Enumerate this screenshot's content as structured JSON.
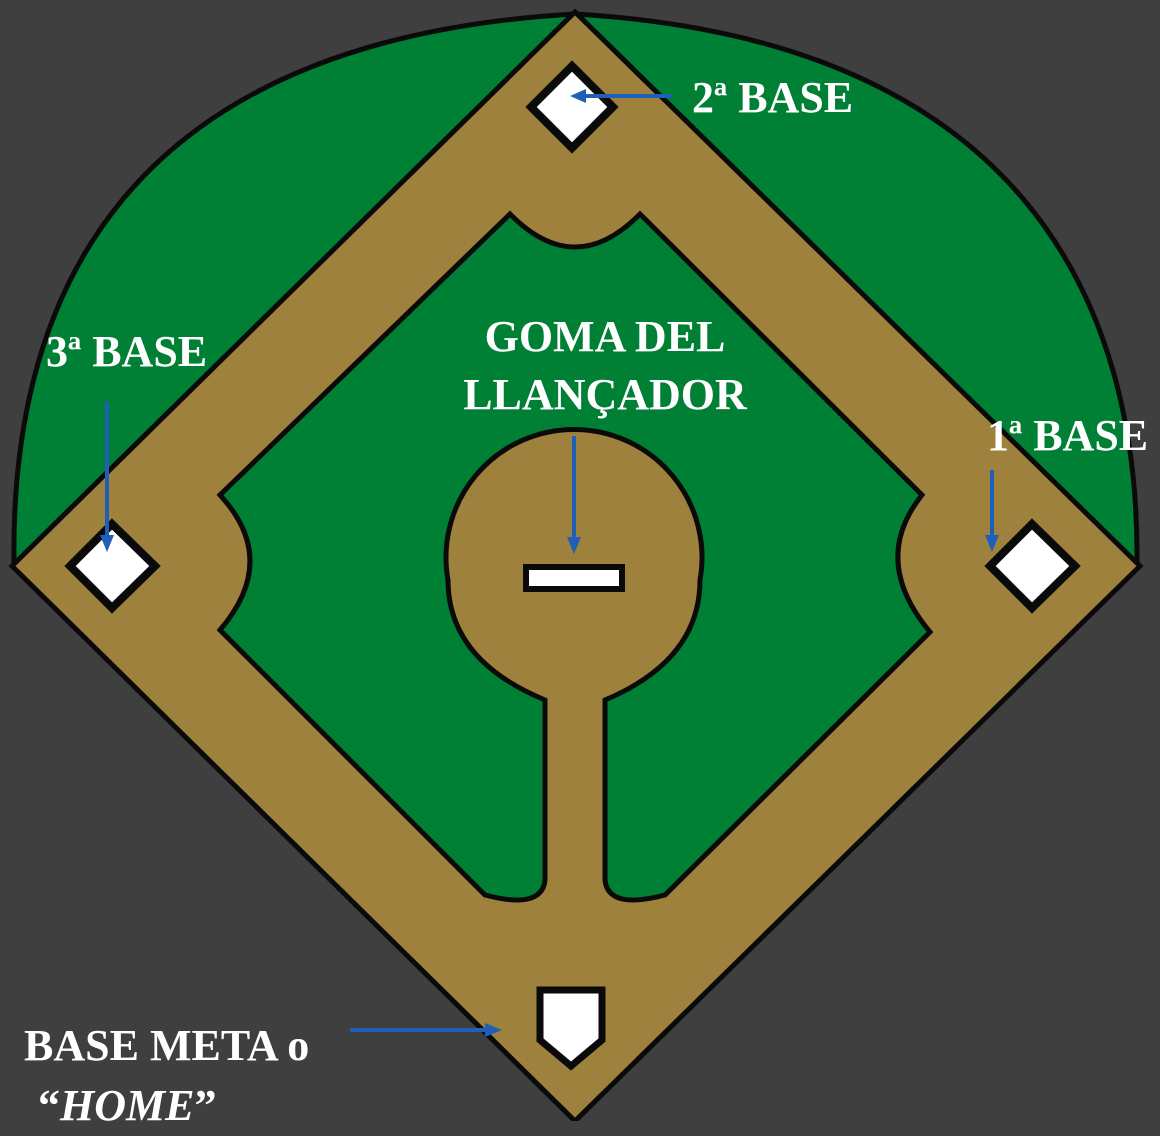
{
  "colors": {
    "background": "#3f3f3f",
    "grass": "#008035",
    "dirt": "#9e813c",
    "outline": "#0a0a0a",
    "base": "#ffffff",
    "arrow": "#1f5fb8",
    "label_text": "#ffffff"
  },
  "labels": {
    "second_base": "2ª BASE",
    "third_base": "3ª BASE",
    "first_base": "1ª BASE",
    "pitcher_mound_line1": "GOMA DEL",
    "pitcher_mound_line2": "LLANÇADOR",
    "home_line1": "BASE META o",
    "home_open_quote": "“",
    "home_word": "HOME",
    "home_close_quote": "”"
  }
}
